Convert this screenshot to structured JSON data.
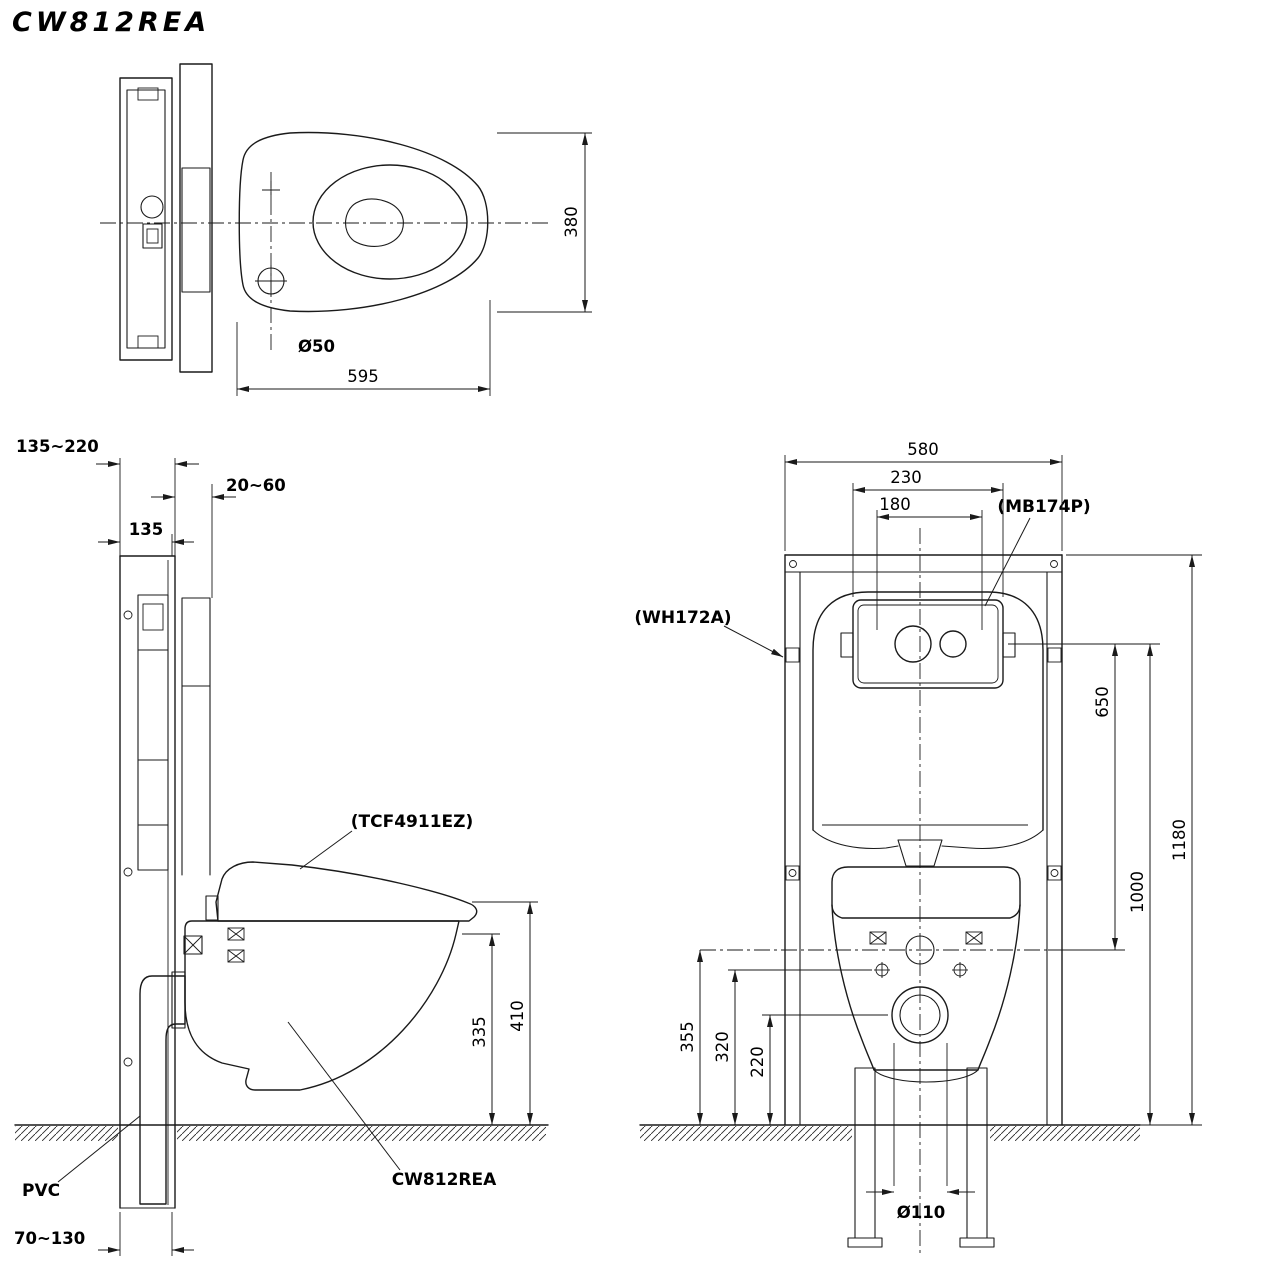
{
  "title": "CW812REA",
  "colors": {
    "line": "#1a1a1a",
    "background": "#ffffff"
  },
  "views": {
    "top": {
      "width": "380",
      "hole_dia": "Ø50",
      "length": "595"
    },
    "side": {
      "wall_depth": "135~220",
      "finish_depth": "20~60",
      "frame_depth": "135",
      "seat_label": "(TCF4911EZ)",
      "rim_height": "335",
      "seat_height": "410",
      "pipe_label": "PVC",
      "model_label": "CW812REA",
      "outlet_offset": "70~130"
    },
    "front": {
      "frame_width": "580",
      "plate_width": "230",
      "bolt_span": "180",
      "plate_label": "(MB174P)",
      "frame_label": "(WH172A)",
      "plate_height": "650",
      "tank_height": "1000",
      "frame_height": "1180",
      "supply_height": "355",
      "bolt_height": "320",
      "outlet_height": "220",
      "outlet_dia": "Ø110"
    }
  }
}
